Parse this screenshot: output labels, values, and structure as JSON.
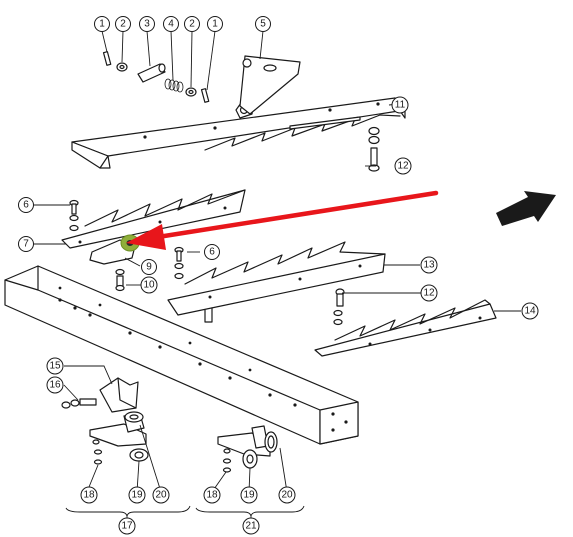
{
  "callouts": {
    "c1a": "1",
    "c2a": "2",
    "c3": "3",
    "c4": "4",
    "c2b": "2",
    "c1b": "1",
    "c5": "5",
    "c11": "11",
    "c12a": "12",
    "c6a": "6",
    "c7": "7",
    "c9": "9",
    "c6b": "6",
    "c10": "10",
    "c13": "13",
    "c12b": "12",
    "c14": "14",
    "c15": "15",
    "c16": "16",
    "c18a": "18",
    "c19a": "19",
    "c20a": "20",
    "c17": "17",
    "c18b": "18",
    "c19b": "19",
    "c20b": "20",
    "c21": "21"
  },
  "colors": {
    "line": "#1a1a1a",
    "highlight_arrow": "#e8161b",
    "highlight_marker": "#6b8e23",
    "background": "#ffffff"
  },
  "icons": {
    "direction_arrow": "solid-black-arrow-icon",
    "pointer_arrow": "red-arrow-icon"
  }
}
